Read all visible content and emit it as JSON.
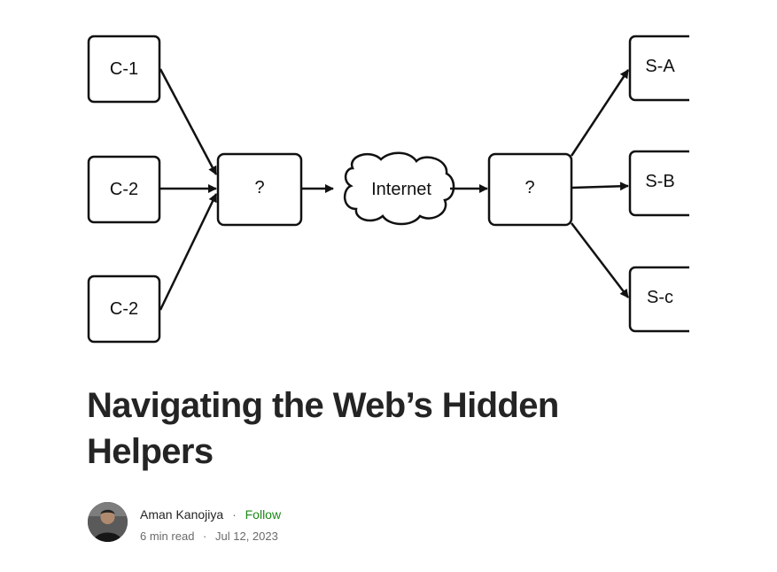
{
  "diagram": {
    "clients": [
      "C-1",
      "C-2",
      "C-2"
    ],
    "proxy_left": "?",
    "internet": "Internet",
    "proxy_right": "?",
    "servers": [
      "S-A",
      "S-B",
      "S-c"
    ]
  },
  "article": {
    "title_line1": "Navigating the Web’s Hidden",
    "title_line2": "Helpers"
  },
  "author": {
    "name": "Aman Kanojiya",
    "separator": "·",
    "follow_label": "Follow",
    "read_time": "6 min read",
    "date": "Jul 12, 2023"
  },
  "colors": {
    "title": "#242424",
    "follow": "#1a8917",
    "meta": "#6b6b6b"
  }
}
